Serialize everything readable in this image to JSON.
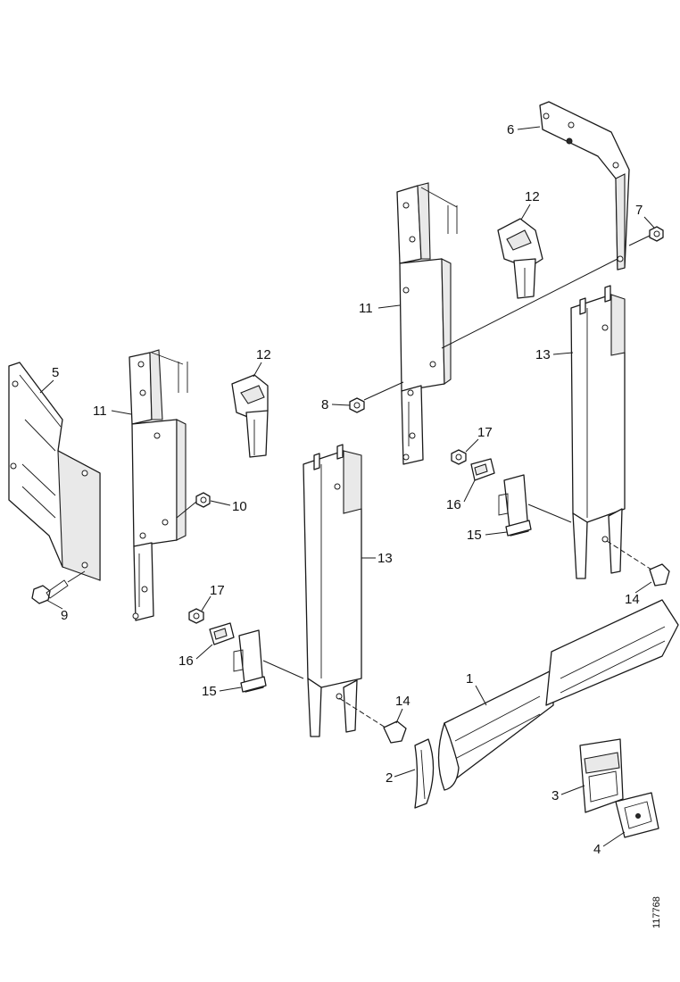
{
  "diagram": {
    "kind": "exploded parts view",
    "callouts": {
      "c1": "1",
      "c2": "2",
      "c3": "3",
      "c4": "4",
      "c5": "5",
      "c6": "6",
      "c7": "7",
      "c8": "8",
      "c9": "9",
      "c10": "10",
      "c11": "11",
      "c12": "12",
      "c13": "13",
      "c14": "14",
      "c15": "15",
      "c16": "16",
      "c17": "17"
    },
    "document_id": "117768"
  }
}
